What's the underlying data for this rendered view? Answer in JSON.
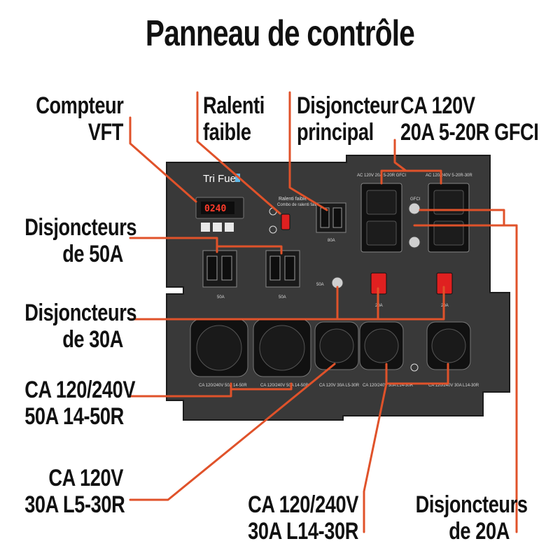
{
  "title": "Panneau de contrôle",
  "colors": {
    "leader": "#e0522a",
    "panel": "#3a3a3a",
    "text": "#111111"
  },
  "callouts": {
    "vft": [
      "Compteur",
      "VFT"
    ],
    "ralenti": [
      "Ralenti",
      "faible"
    ],
    "principal": [
      "Disjoncteur",
      "principal"
    ],
    "gfci": [
      "CA 120V",
      "20A 5-20R GFCI"
    ],
    "dis50": [
      "Disjoncteurs",
      "de 50A"
    ],
    "dis30": [
      "Disjoncteurs",
      "de 30A"
    ],
    "r1450": [
      "CA 120/240V",
      "50A 14-50R"
    ],
    "l530": [
      "CA 120V",
      "30A L5-30R"
    ],
    "l1430": [
      "CA 120/240V",
      "30A L14-30R"
    ],
    "dis20": [
      "Disjoncteurs",
      "de 20A"
    ]
  },
  "panel": {
    "brand": "Tri Fuel",
    "lcd_value": "0240",
    "idle_label": "Ralenti faible",
    "idle_sub": "Combo de ralenti faible",
    "breaker_main_label": "80A",
    "breaker_50_label": "50A",
    "breaker_30_label": "50A",
    "breaker_20_label": "20A",
    "outlet_top_left_label": "AC 120V 20A 5-20R GFCI",
    "outlet_top_right_label": "AC 120/240V 5-20R-30R",
    "gfci_label": "GFCI",
    "label_14_50_a": "CA 120/240V 50A 14-50R",
    "label_14_50_b": "CA 120/240V 50A 14-50R",
    "label_l5_30": "CA 120V 30A L5-30R",
    "label_l14_30_a": "CA 120/240V 30A L14-30R",
    "label_l14_30_b": "CA 120/240V 30A L14-30R"
  }
}
